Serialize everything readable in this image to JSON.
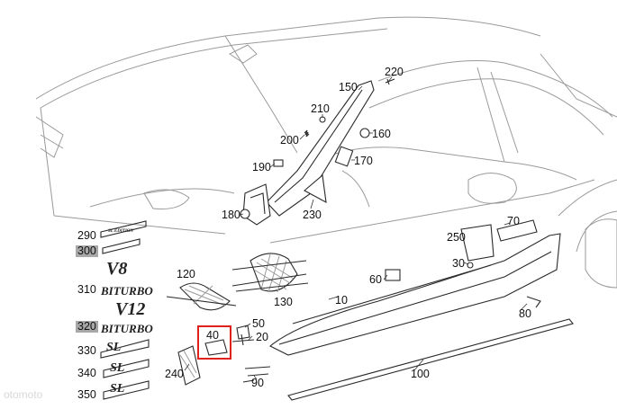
{
  "diagram": {
    "part_labels": [
      "220",
      "150",
      "210",
      "160",
      "200",
      "190",
      "170",
      "180",
      "230",
      "290",
      "300",
      "310",
      "320",
      "330",
      "340",
      "350",
      "120",
      "130",
      "10",
      "60",
      "70",
      "250",
      "30",
      "80",
      "40",
      "50",
      "20",
      "240",
      "90",
      "100"
    ],
    "highlighted_labels": [
      "300",
      "320"
    ],
    "highlight_color": "#e0201b",
    "emblems": [
      "V8",
      "BITURBO",
      "V12",
      "BITURBO",
      "SL",
      "SL",
      "SL"
    ],
    "watermark": "otomoto"
  }
}
